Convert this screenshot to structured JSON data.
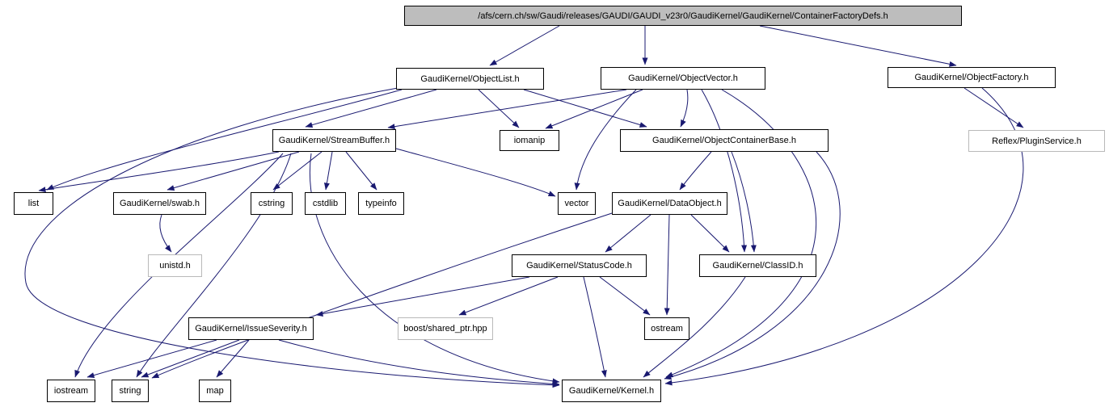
{
  "diagram": {
    "type": "include-dependency-graph",
    "tool_style": "doxygen",
    "colors": {
      "background": "#ffffff",
      "edge": "#191970",
      "node_fill": "#ffffff",
      "node_border": "#000000",
      "external_node_border": "#b9b9b9",
      "root_fill": "#bdbdbd",
      "text": "#000000"
    },
    "nodes": {
      "root": {
        "label": "/afs/cern.ch/sw/Gaudi/releases/GAUDI/GAUDI_v23r0/GaudiKernel/GaudiKernel/ContainerFactoryDefs.h"
      },
      "object_list": {
        "label": "GaudiKernel/ObjectList.h"
      },
      "object_vector": {
        "label": "GaudiKernel/ObjectVector.h"
      },
      "object_factory": {
        "label": "GaudiKernel/ObjectFactory.h"
      },
      "stream_buffer": {
        "label": "GaudiKernel/StreamBuffer.h"
      },
      "iomanip": {
        "label": "iomanip"
      },
      "object_container_base": {
        "label": "GaudiKernel/ObjectContainerBase.h"
      },
      "reflex_plugin_service": {
        "label": "Reflex/PluginService.h"
      },
      "list": {
        "label": "list"
      },
      "swab": {
        "label": "GaudiKernel/swab.h"
      },
      "cstring": {
        "label": "cstring"
      },
      "cstdlib": {
        "label": "cstdlib"
      },
      "typeinfo": {
        "label": "typeinfo"
      },
      "vector": {
        "label": "vector"
      },
      "data_object": {
        "label": "GaudiKernel/DataObject.h"
      },
      "unistd": {
        "label": "unistd.h"
      },
      "status_code": {
        "label": "GaudiKernel/StatusCode.h"
      },
      "class_id": {
        "label": "GaudiKernel/ClassID.h"
      },
      "issue_severity": {
        "label": "GaudiKernel/IssueSeverity.h"
      },
      "boost_shared_ptr": {
        "label": "boost/shared_ptr.hpp"
      },
      "ostream": {
        "label": "ostream"
      },
      "iostream": {
        "label": "iostream"
      },
      "string": {
        "label": "string"
      },
      "map": {
        "label": "map"
      },
      "kernel": {
        "label": "GaudiKernel/Kernel.h"
      }
    },
    "edges": [
      [
        "root",
        "object_list"
      ],
      [
        "root",
        "object_vector"
      ],
      [
        "root",
        "object_factory"
      ],
      [
        "object_list",
        "list"
      ],
      [
        "object_list",
        "stream_buffer"
      ],
      [
        "object_list",
        "iomanip"
      ],
      [
        "object_list",
        "object_container_base"
      ],
      [
        "object_list",
        "kernel"
      ],
      [
        "object_vector",
        "stream_buffer"
      ],
      [
        "object_vector",
        "iomanip"
      ],
      [
        "object_vector",
        "object_container_base"
      ],
      [
        "object_vector",
        "vector"
      ],
      [
        "object_vector",
        "class_id"
      ],
      [
        "object_vector",
        "kernel"
      ],
      [
        "object_factory",
        "reflex_plugin_service"
      ],
      [
        "object_factory",
        "kernel"
      ],
      [
        "stream_buffer",
        "list"
      ],
      [
        "stream_buffer",
        "swab"
      ],
      [
        "stream_buffer",
        "cstring"
      ],
      [
        "stream_buffer",
        "cstdlib"
      ],
      [
        "stream_buffer",
        "typeinfo"
      ],
      [
        "stream_buffer",
        "vector"
      ],
      [
        "stream_buffer",
        "iostream"
      ],
      [
        "stream_buffer",
        "string"
      ],
      [
        "stream_buffer",
        "kernel"
      ],
      [
        "object_container_base",
        "data_object"
      ],
      [
        "object_container_base",
        "class_id"
      ],
      [
        "object_container_base",
        "kernel"
      ],
      [
        "data_object",
        "status_code"
      ],
      [
        "data_object",
        "class_id"
      ],
      [
        "data_object",
        "ostream"
      ],
      [
        "data_object",
        "string"
      ],
      [
        "status_code",
        "issue_severity"
      ],
      [
        "status_code",
        "boost_shared_ptr"
      ],
      [
        "status_code",
        "ostream"
      ],
      [
        "status_code",
        "kernel"
      ],
      [
        "class_id",
        "kernel"
      ],
      [
        "issue_severity",
        "iostream"
      ],
      [
        "issue_severity",
        "string"
      ],
      [
        "issue_severity",
        "map"
      ],
      [
        "issue_severity",
        "kernel"
      ],
      [
        "swab",
        "unistd"
      ]
    ]
  }
}
